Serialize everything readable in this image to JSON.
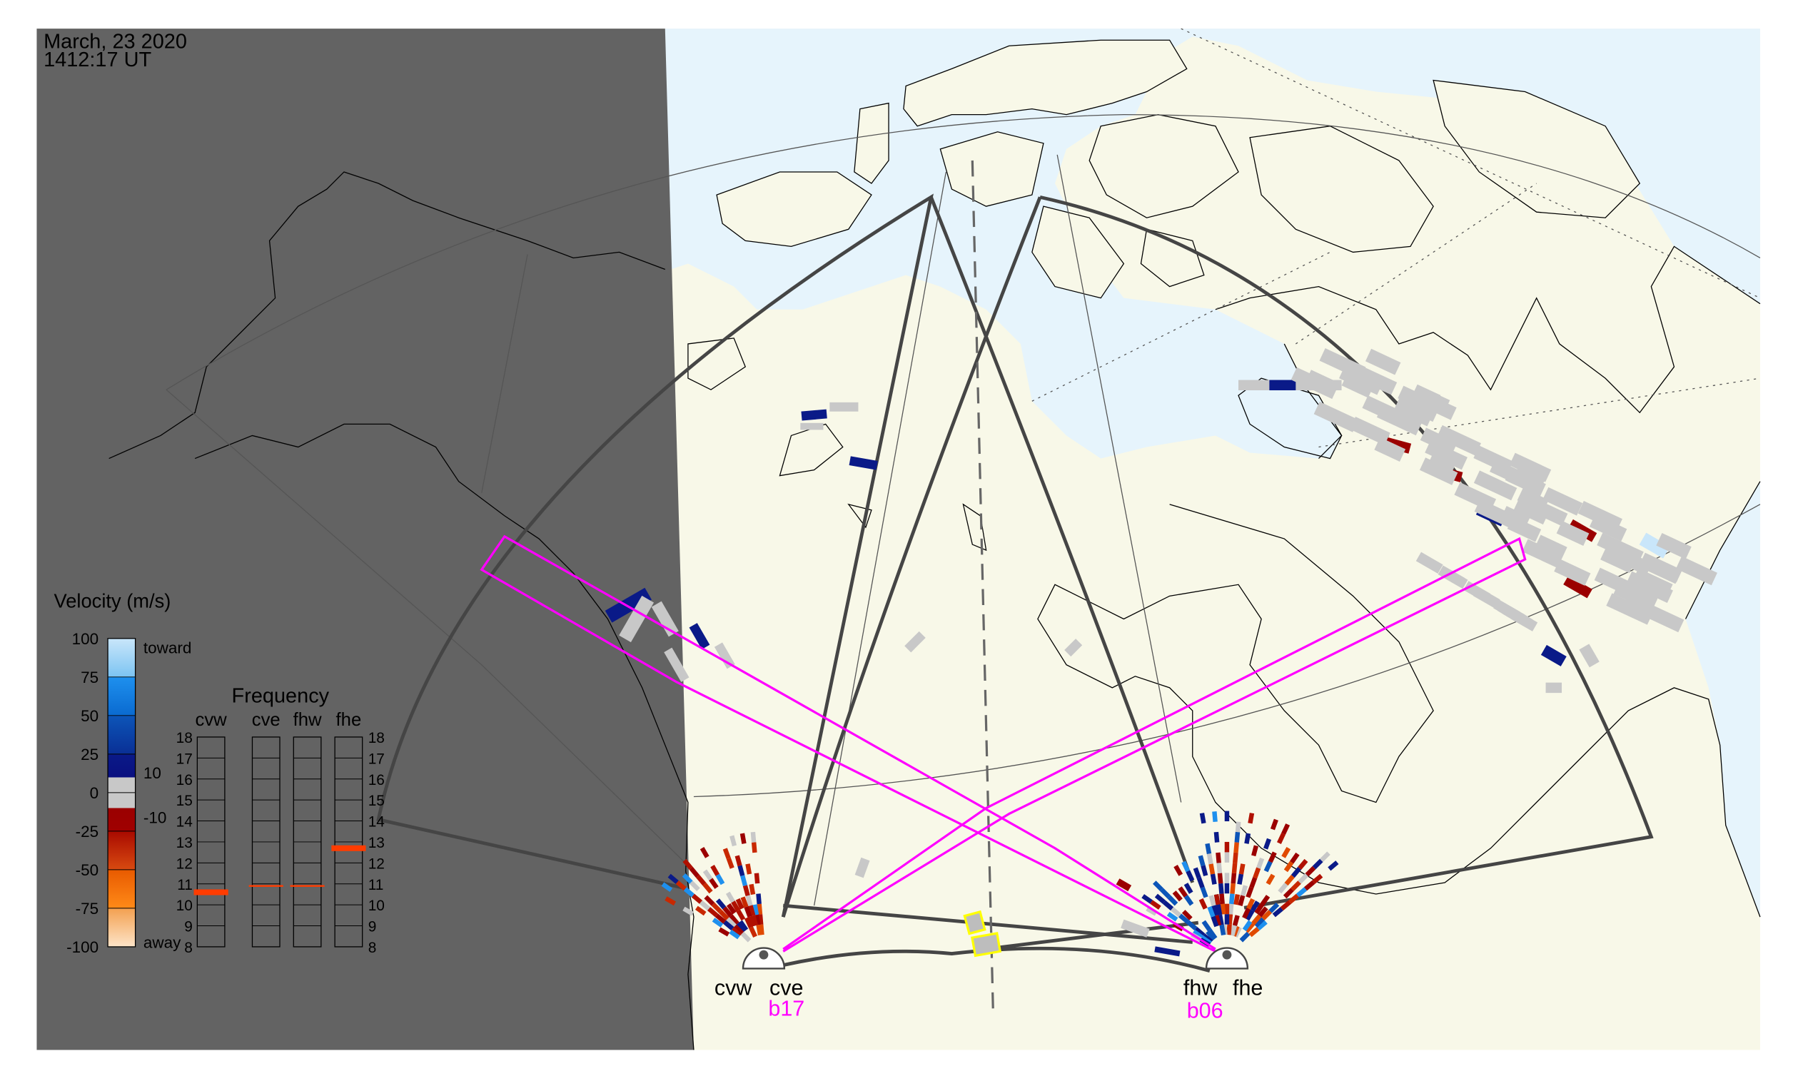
{
  "header": {
    "date": "March, 23 2020",
    "time": "1412:17 UT"
  },
  "colors": {
    "night": "#636363",
    "land": "#f8f8e8",
    "ocean": "#e6f4fc",
    "fov": "#454545",
    "beam": "#ff00ff",
    "highlight": "#ffff00"
  },
  "velocity_legend": {
    "title": "Velocity (m/s)",
    "ticks": [
      "100",
      "75",
      "50",
      "25",
      "0",
      "-25",
      "-50",
      "-75",
      "-100"
    ],
    "tick_values": [
      100,
      75,
      50,
      25,
      0,
      -25,
      -50,
      -75,
      -100
    ],
    "side_labels": {
      "toward": "toward",
      "plus10": "10",
      "minus10": "-10",
      "away": "away"
    },
    "range": [
      -100,
      100
    ]
  },
  "frequency_legend": {
    "title": "Frequency",
    "radars": [
      "cvw",
      "cve",
      "fhw",
      "fhe"
    ],
    "ticks": [
      "18",
      "17",
      "16",
      "15",
      "14",
      "13",
      "12",
      "11",
      "10",
      "9",
      "8"
    ],
    "range": [
      8,
      18
    ],
    "values_mhz": [
      10.6,
      10.9,
      10.9,
      12.7
    ]
  },
  "radars": {
    "west_pair": {
      "left": "cvw",
      "right": "cve",
      "beam": "b17"
    },
    "east_pair": {
      "left": "fhw",
      "right": "fhe",
      "beam": "b06"
    }
  }
}
